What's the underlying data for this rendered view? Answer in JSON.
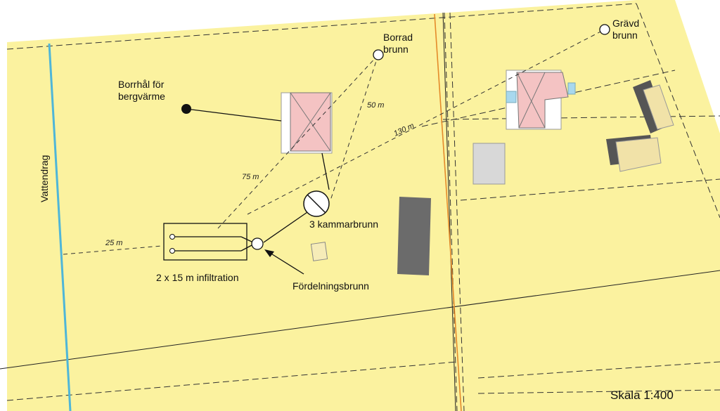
{
  "colors": {
    "land": "#fbf29f",
    "water": "#4fb6d8",
    "building": "#f4c3c3",
    "shed": "#6b6b6b",
    "garage": "#f1e2a8",
    "road_edge": "#e48a2a"
  },
  "labels": {
    "borrad_brunn_1": "Borrad",
    "borrad_brunn_2": "brunn",
    "gravd_brunn_1": "Grävd",
    "gravd_brunn_2": "brunn",
    "borrhal_1": "Borrhål för",
    "borrhal_2": "bergvärme",
    "vattendrag": "Vattendrag",
    "kammarbrunn": "3 kammarbrunn",
    "infiltration": "2 x 15 m infiltration",
    "fordelningsbrunn": "Fördelningsbrunn",
    "scale": "Skala 1:400"
  },
  "distances": {
    "d75": "75 m",
    "d50": "50 m",
    "d130": "130 m",
    "d25": "25 m"
  }
}
